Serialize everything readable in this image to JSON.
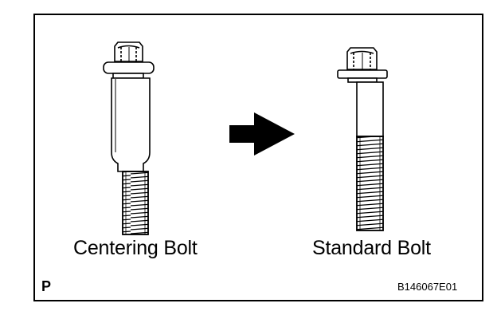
{
  "labels": {
    "left_bolt": "Centering Bolt",
    "right_bolt": "Standard Bolt",
    "corner_marker": "P",
    "figure_code": "B146067E01"
  },
  "icons": {
    "arrow": "right-arrow-icon"
  },
  "colors": {
    "line": "#000000",
    "background": "#ffffff"
  }
}
